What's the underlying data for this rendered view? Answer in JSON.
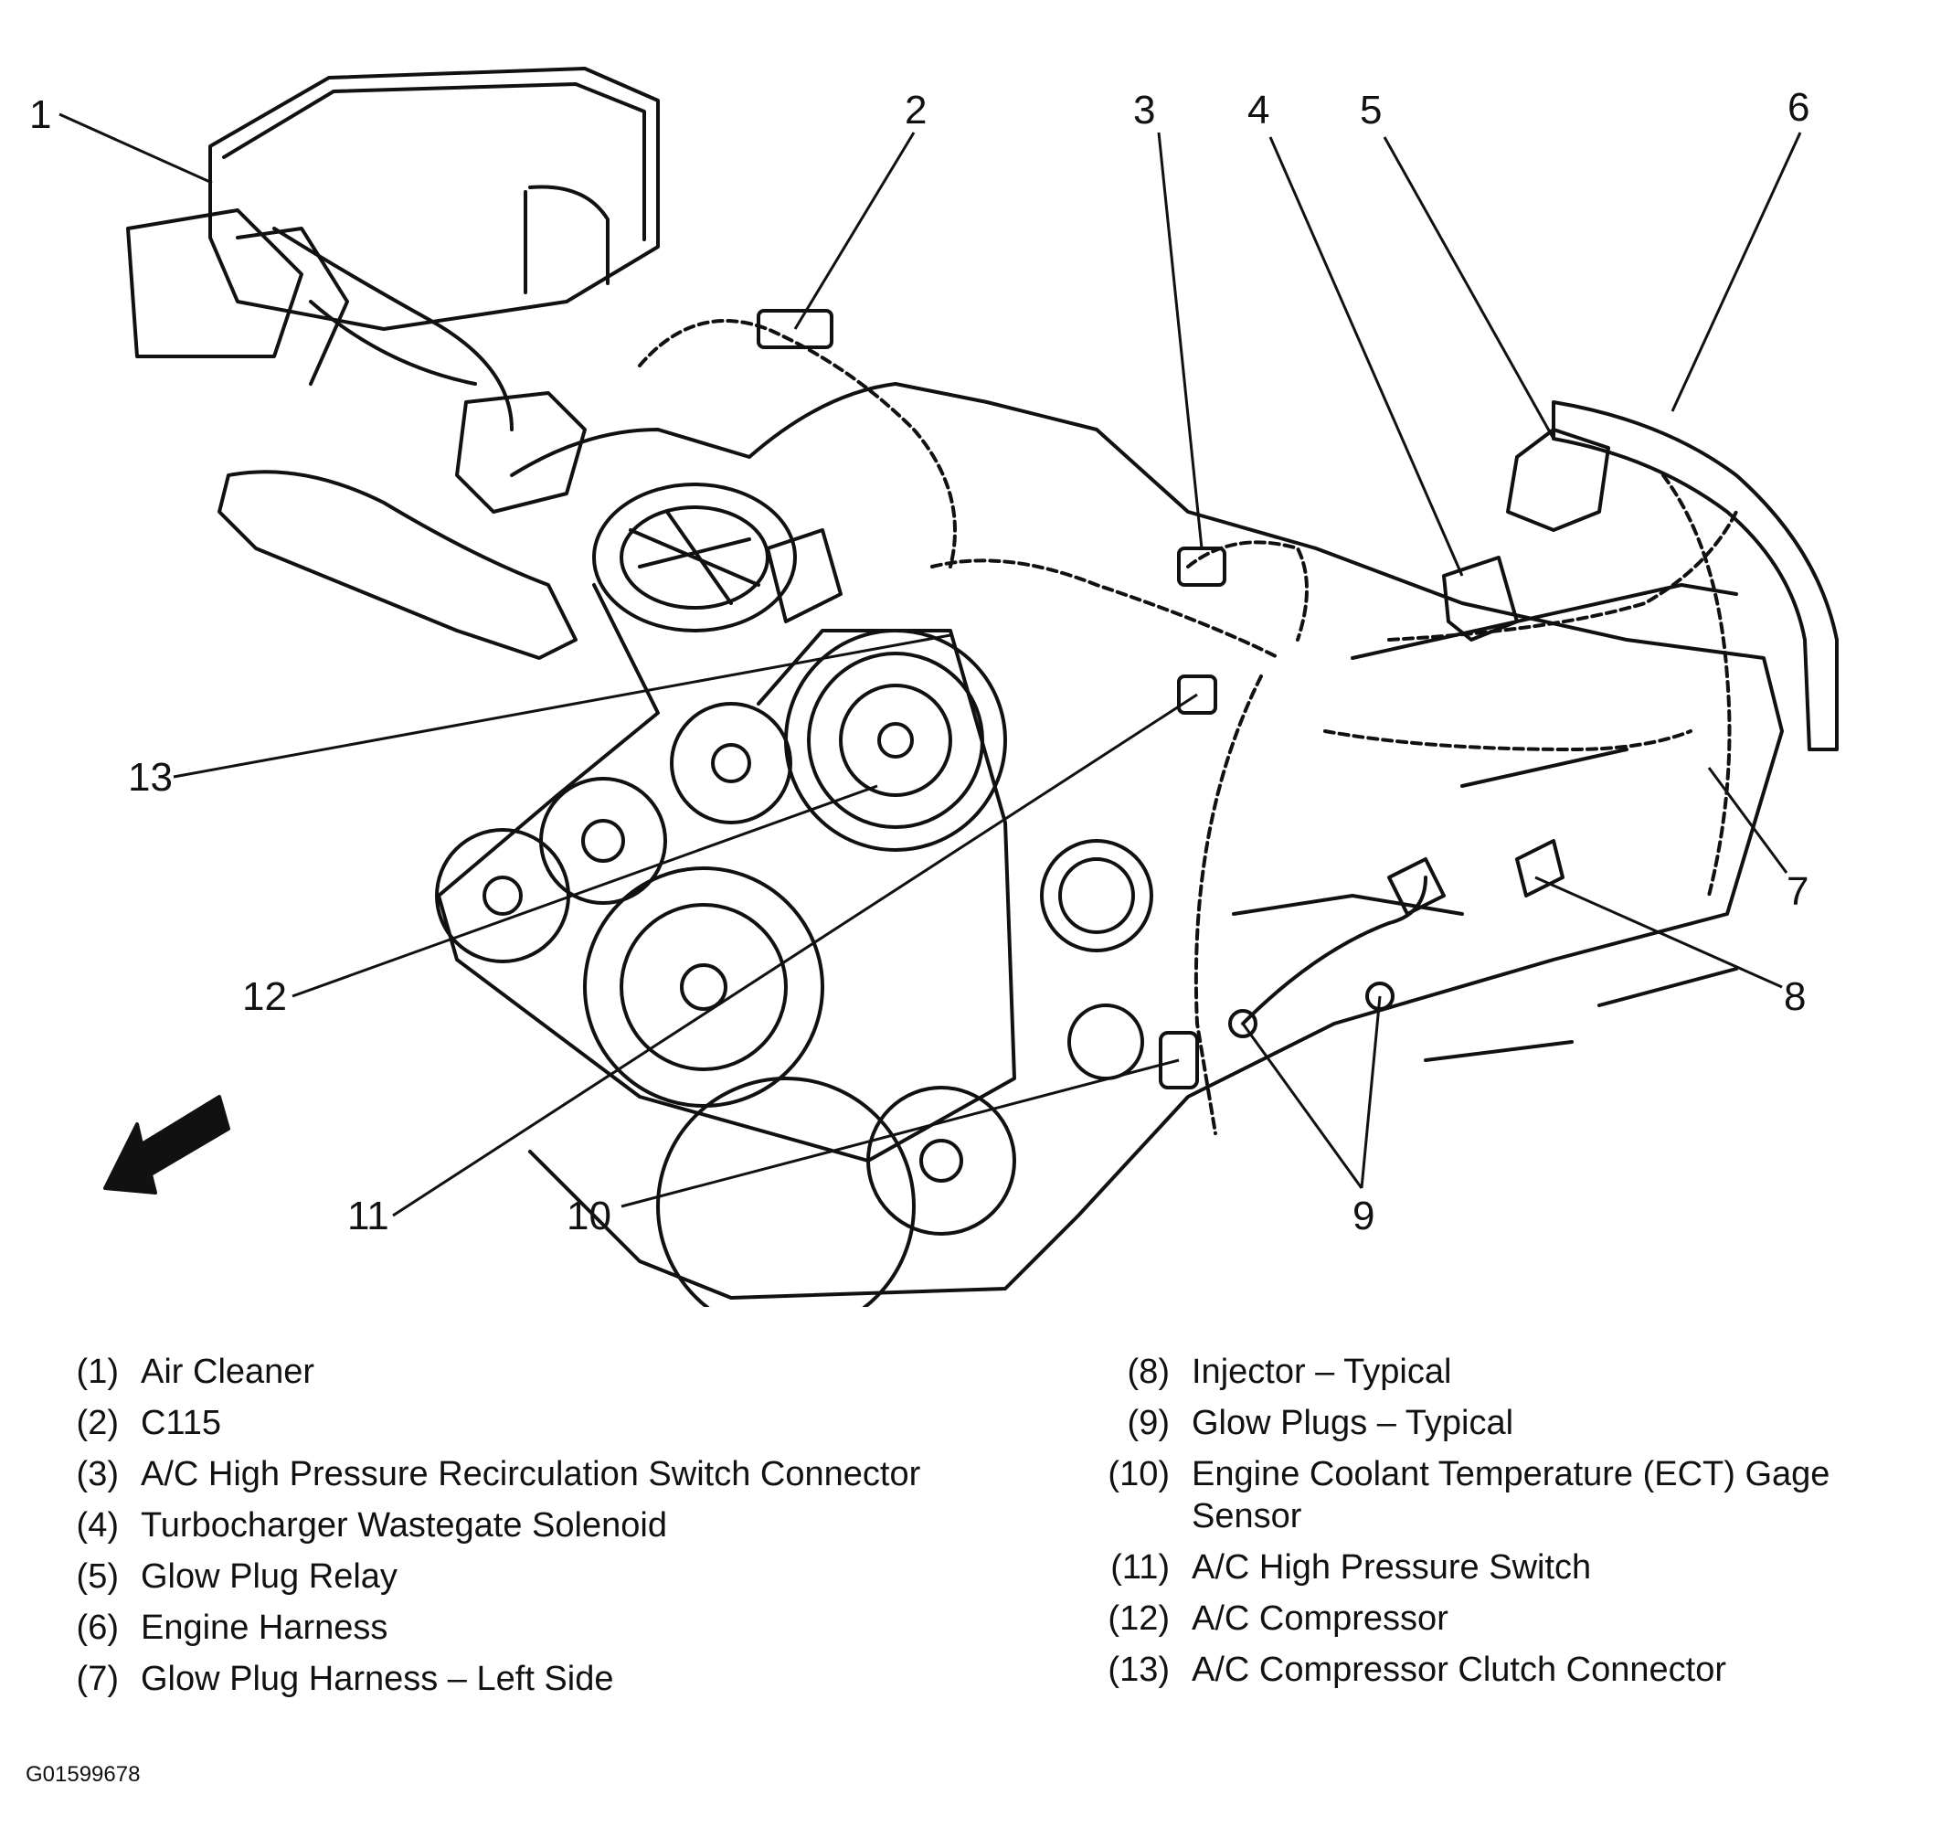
{
  "callouts": [
    "1",
    "2",
    "3",
    "4",
    "5",
    "6",
    "7",
    "8",
    "9",
    "10",
    "11",
    "12",
    "13"
  ],
  "legend_left": [
    {
      "num": "(1)",
      "text": "Air Cleaner"
    },
    {
      "num": "(2)",
      "text": "C115"
    },
    {
      "num": "(3)",
      "text": "A/C High Pressure Recirculation Switch Connector"
    },
    {
      "num": "(4)",
      "text": "Turbocharger Wastegate Solenoid"
    },
    {
      "num": "(5)",
      "text": "Glow Plug Relay"
    },
    {
      "num": "(6)",
      "text": "Engine Harness"
    },
    {
      "num": "(7)",
      "text": "Glow Plug Harness – Left Side"
    }
  ],
  "legend_right": [
    {
      "num": "(8)",
      "text": "Injector – Typical"
    },
    {
      "num": "(9)",
      "text": "Glow Plugs – Typical"
    },
    {
      "num": "(10)",
      "text": "Engine Coolant Temperature (ECT) Gage Sensor"
    },
    {
      "num": "(11)",
      "text": "A/C High Pressure Switch"
    },
    {
      "num": "(12)",
      "text": "A/C Compressor"
    },
    {
      "num": "(13)",
      "text": "A/C Compressor Clutch Connector"
    }
  ],
  "figure_id": "G01599678"
}
